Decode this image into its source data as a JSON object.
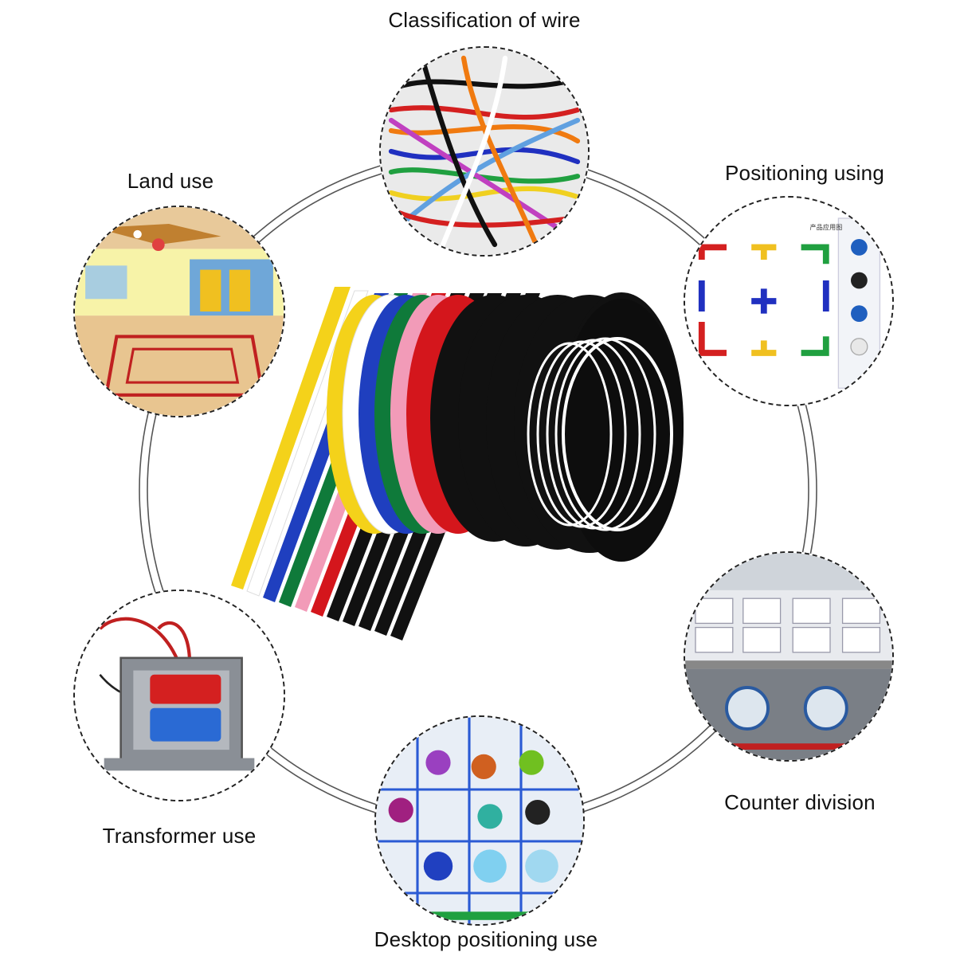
{
  "labels": {
    "wire": "Classification of wire",
    "land": "Land use",
    "positioning": "Positioning using",
    "counter": "Counter division",
    "transformer": "Transformer use",
    "desktop": "Desktop positioning use"
  },
  "positioning_panel_caption": "产品应用图",
  "colors": {
    "ring": "#555555",
    "tape_colors": [
      "#f4d21a",
      "#ffffff",
      "#1f3fbf",
      "#0f7a3a",
      "#f29bb8",
      "#d4161c",
      "#111111"
    ]
  }
}
